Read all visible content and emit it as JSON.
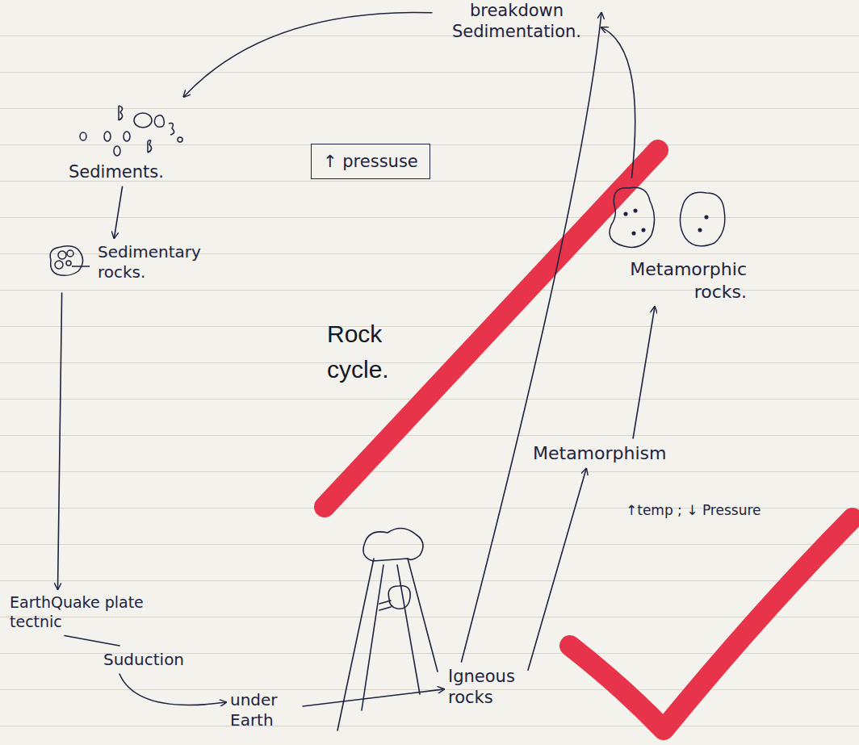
{
  "diagram": {
    "title": "Rock cycle.",
    "nodes": [
      {
        "text": [
          "breakdown Sedimentation."
        ]
      },
      {
        "text": [
          "Sediments."
        ]
      },
      {
        "text": [
          "↑ pressuse"
        ]
      },
      {
        "text": [
          "Metamorphic rocks."
        ]
      },
      {
        "text": [
          "Sedimentary rocks."
        ]
      },
      {
        "text": [
          "Metamorphism"
        ]
      },
      {
        "text": [
          "EarthQuake plate tectnic"
        ]
      },
      {
        "text": [
          "Suduction"
        ]
      },
      {
        "text": [
          "under Earth"
        ]
      },
      {
        "text": [
          "Igneous rocks"
        ]
      }
    ],
    "edges": [
      {
        "from": 0,
        "to": 1,
        "arrow": "to"
      },
      {
        "from": 1,
        "to": 4,
        "arrow": "to"
      },
      {
        "from": 4,
        "to": 6,
        "arrow": "to"
      },
      {
        "from": 6,
        "to": 7,
        "arrow": "none"
      },
      {
        "from": 7,
        "to": 8,
        "arrow": "to"
      },
      {
        "from": 8,
        "to": 9,
        "arrow": "to"
      },
      {
        "from": 9,
        "to": 0,
        "arrow": "to"
      },
      {
        "from": 3,
        "to": 0,
        "arrow": "to"
      },
      {
        "from": 9,
        "to": 5,
        "arrow": "to"
      },
      {
        "from": 5,
        "to": 3,
        "arrow": "to"
      }
    ],
    "labels": [
      "↑temp ; ↓ Pressure"
    ]
  }
}
